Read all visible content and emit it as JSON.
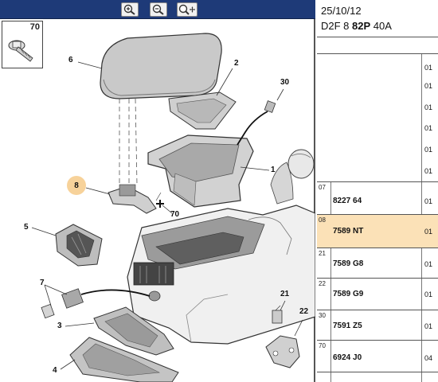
{
  "toolbar": {
    "zoom_in_icon": "zoom-in-icon",
    "zoom_out_icon": "zoom-out-icon",
    "zoom_fit_icon": "zoom-fit-icon"
  },
  "diagram": {
    "inset_number": "70",
    "callouts": {
      "c1": "1",
      "c2": "2",
      "c3": "3",
      "c4": "4",
      "c5": "5",
      "c6": "6",
      "c7": "7",
      "c8": "8",
      "c21": "21",
      "c22": "22",
      "c30": "30",
      "c70": "70",
      "plus": "+"
    }
  },
  "header": {
    "date": "25/10/12",
    "code_prefix": "D2F 8 ",
    "code_bold": "82P",
    "code_suffix": " 40A"
  },
  "qty_top": [
    "01",
    "01",
    "01",
    "01",
    "01",
    "01"
  ],
  "parts": [
    {
      "ref": "07",
      "part_no": "8227 64",
      "qty": "01",
      "selected": false
    },
    {
      "ref": "08",
      "part_no": "7589 NT",
      "qty": "01",
      "selected": true
    },
    {
      "ref": "21",
      "part_no": "7589 G8",
      "qty": "01",
      "selected": false
    },
    {
      "ref": "22",
      "part_no": "7589 G9",
      "qty": "01",
      "selected": false
    },
    {
      "ref": "30",
      "part_no": "7591 Z5",
      "qty": "01",
      "selected": false
    },
    {
      "ref": "70",
      "part_no": "6924 J0",
      "qty": "04",
      "selected": false
    }
  ],
  "colors": {
    "toolbar_bg": "#1e3a78",
    "selected_row": "#fbe1b7",
    "badge": "#f7d29a"
  }
}
